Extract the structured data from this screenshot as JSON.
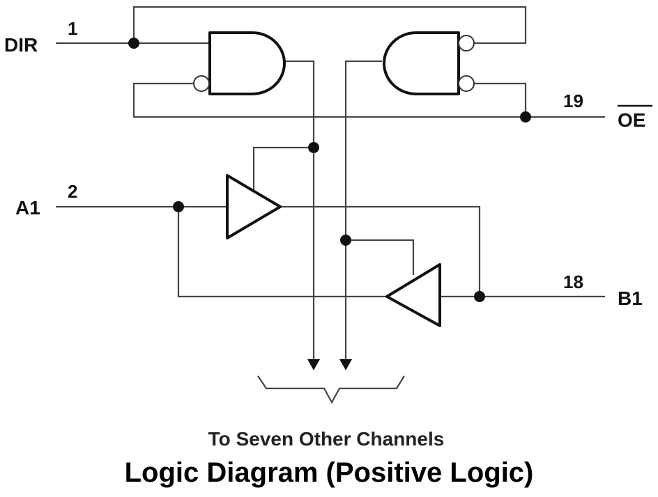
{
  "pins": {
    "dir": {
      "name": "DIR",
      "number": "1"
    },
    "oe": {
      "name": "OE",
      "number": "19"
    },
    "a1": {
      "name": "A1",
      "number": "2"
    },
    "b1": {
      "name": "B1",
      "number": "18"
    }
  },
  "caption": "To Seven Other Channels",
  "title": "Logic Diagram (Positive Logic)"
}
